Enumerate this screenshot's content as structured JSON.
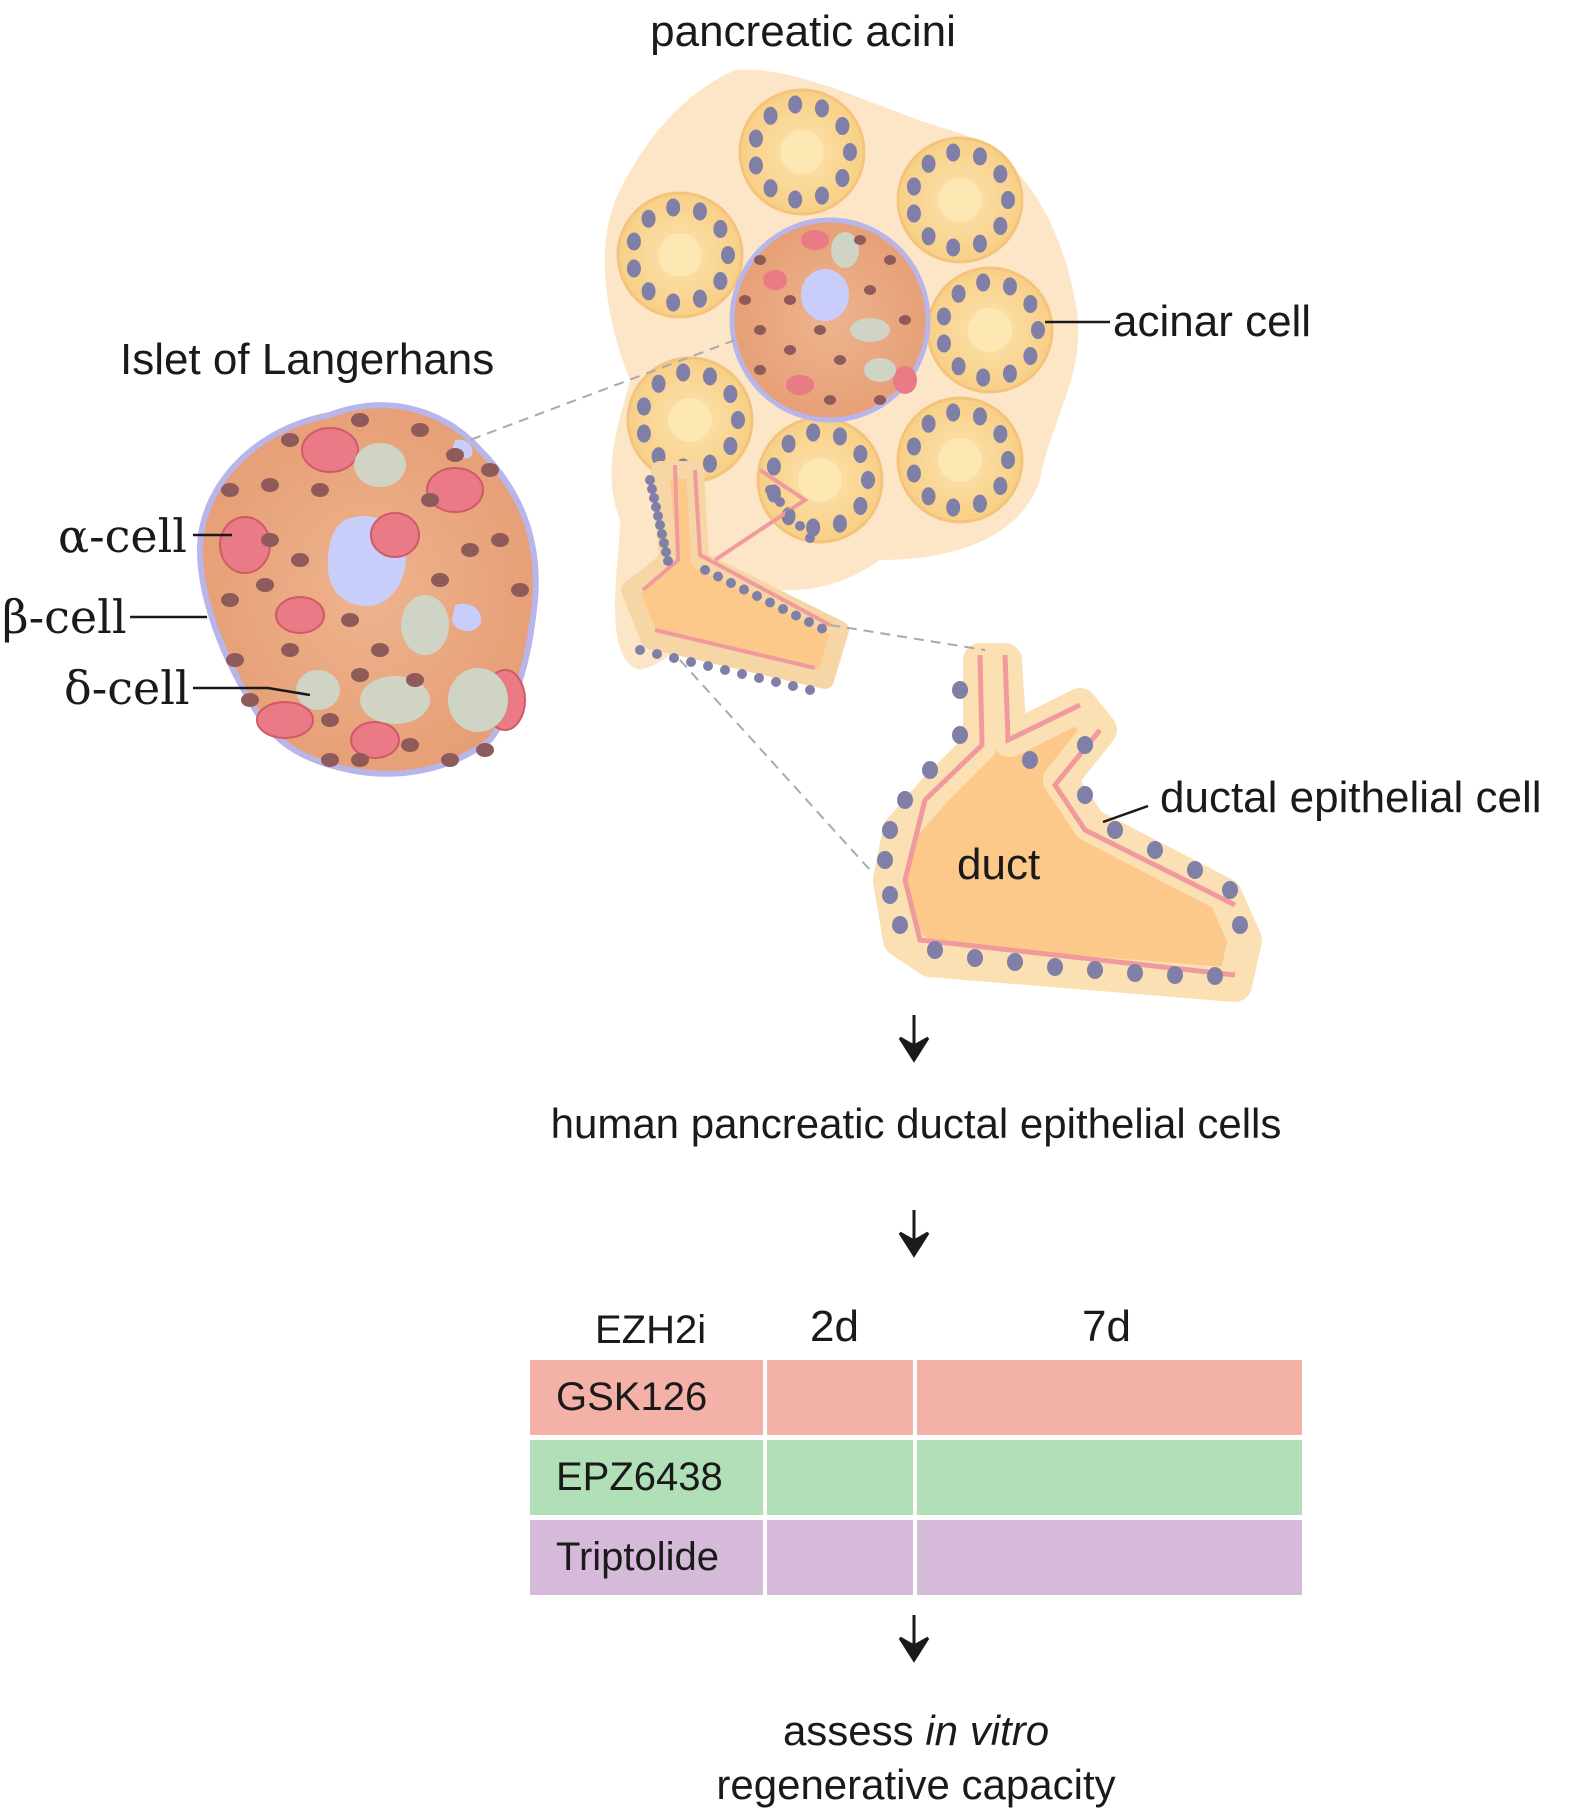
{
  "labels": {
    "acini": "pancreatic acini",
    "islet": "Islet of Langerhans",
    "acinar_cell": "acinar cell",
    "alpha": "α-cell",
    "beta": "β-cell",
    "delta": "δ-cell",
    "ductal_cell": "ductal epithelial cell",
    "duct": "duct",
    "human_cells": "human pancreatic ductal epithelial cells",
    "assess_prefix": "assess ",
    "assess_italic": "in vitro",
    "assess_line2": "regenerative capacity"
  },
  "table": {
    "header": {
      "agent": "EZH2i",
      "col1": "2d",
      "col2": "7d"
    },
    "rows": [
      {
        "name": "GSK126",
        "color": "#f4b1a8"
      },
      {
        "name": "EPZ6438",
        "color": "#b1dfb8"
      },
      {
        "name": "Triptolide",
        "color": "#d5bad9"
      }
    ]
  },
  "colors": {
    "acini_bg": "#fde6c8",
    "acinus_fill": "#fbd89a",
    "acinus_edge": "#f4c37c",
    "nucleus": "#7f7fa8",
    "islet_fill": "#e9a47c",
    "islet_edge": "#b8b5e8",
    "lumen": "#c9cdfa",
    "alpha_cell": "#e97a86",
    "delta_cell": "#cfd4c4",
    "duct_fill": "#fdc98a",
    "duct_wall": "#f19a9d"
  }
}
